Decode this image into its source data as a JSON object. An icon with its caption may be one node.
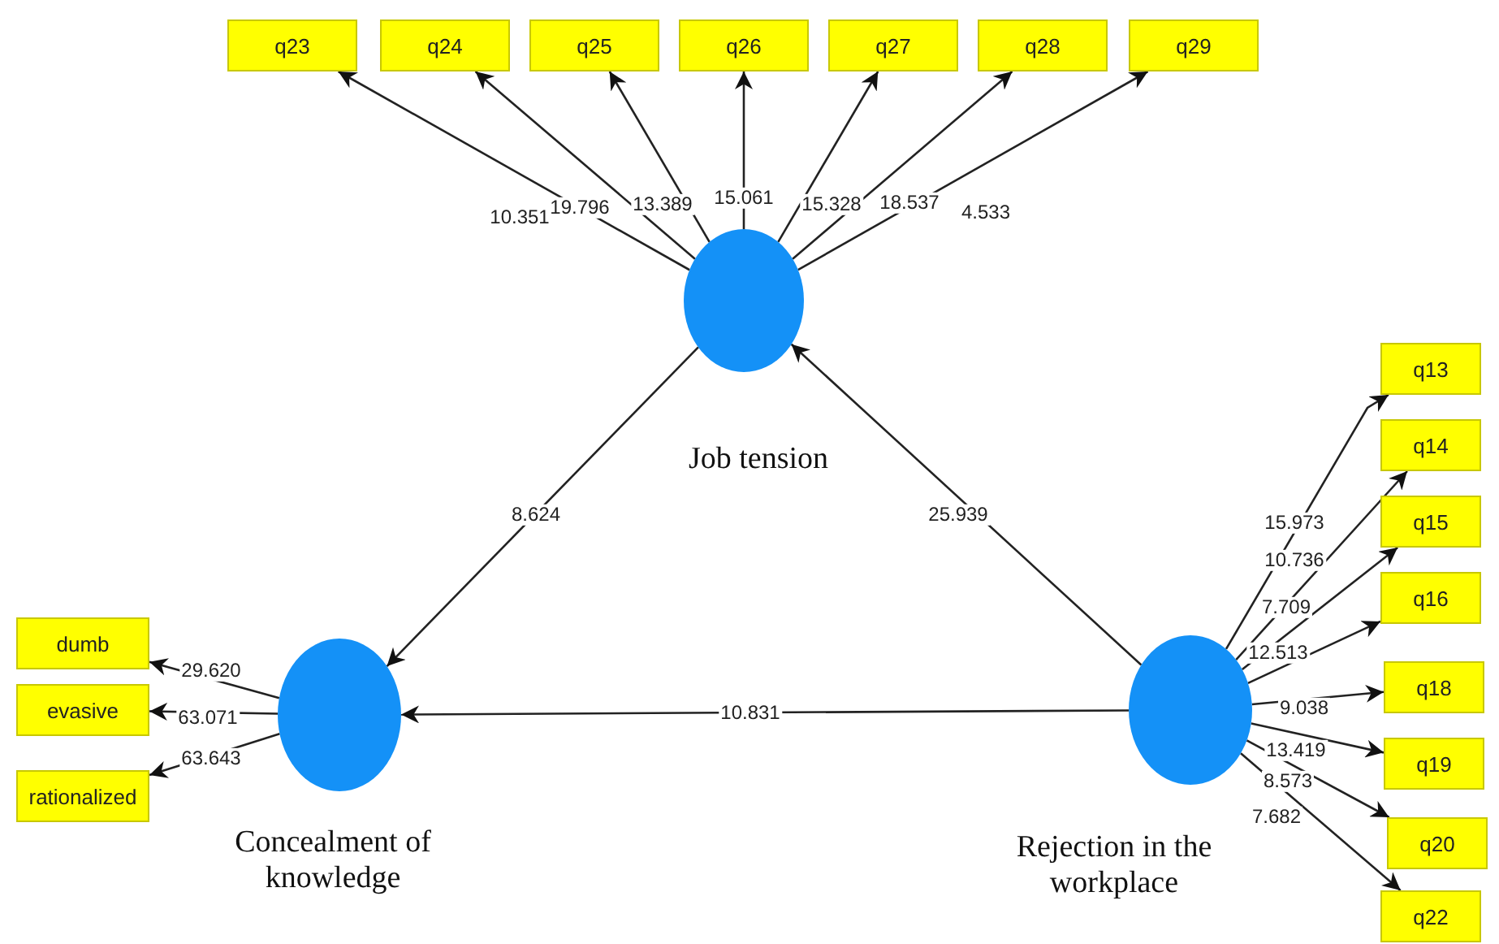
{
  "diagram": {
    "nodes": [
      {
        "text": [],
        "shape": "ellipse",
        "beside": [
          "Job tension"
        ]
      },
      {
        "text": [],
        "shape": "ellipse",
        "beside": [
          "Concealment of knowledge"
        ]
      },
      {
        "text": [],
        "shape": "ellipse",
        "beside": [
          "Rejection in the workplace"
        ]
      },
      {
        "text": [
          "q23"
        ]
      },
      {
        "text": [
          "q24"
        ]
      },
      {
        "text": [
          "q25"
        ]
      },
      {
        "text": [
          "q26"
        ]
      },
      {
        "text": [
          "q27"
        ]
      },
      {
        "text": [
          "q28"
        ]
      },
      {
        "text": [
          "q29"
        ]
      },
      {
        "text": [
          "dumb"
        ]
      },
      {
        "text": [
          "evasive"
        ]
      },
      {
        "text": [
          "rationalized"
        ]
      },
      {
        "text": [
          "q13"
        ]
      },
      {
        "text": [
          "q14"
        ]
      },
      {
        "text": [
          "q15"
        ]
      },
      {
        "text": [
          "q16"
        ]
      },
      {
        "text": [
          "q18"
        ]
      },
      {
        "text": [
          "q19"
        ]
      },
      {
        "text": [
          "q20"
        ]
      },
      {
        "text": [
          "q22"
        ]
      }
    ],
    "edges": [
      {
        "from": 0,
        "to": 3,
        "arrow": "to",
        "label": "10.351"
      },
      {
        "from": 0,
        "to": 4,
        "arrow": "to",
        "label": "19.796"
      },
      {
        "from": 0,
        "to": 5,
        "arrow": "to",
        "label": "13.389"
      },
      {
        "from": 0,
        "to": 6,
        "arrow": "to",
        "label": "15.061"
      },
      {
        "from": 0,
        "to": 7,
        "arrow": "to",
        "label": "15.328"
      },
      {
        "from": 0,
        "to": 8,
        "arrow": "to",
        "label": "18.537"
      },
      {
        "from": 0,
        "to": 9,
        "arrow": "to",
        "label": "4.533"
      },
      {
        "from": 0,
        "to": 1,
        "arrow": "to",
        "label": "8.624"
      },
      {
        "from": 2,
        "to": 0,
        "arrow": "to",
        "label": "25.939"
      },
      {
        "from": 2,
        "to": 1,
        "arrow": "to",
        "label": "10.831"
      },
      {
        "from": 1,
        "to": 10,
        "arrow": "to",
        "label": "29.620"
      },
      {
        "from": 1,
        "to": 11,
        "arrow": "to",
        "label": "63.071"
      },
      {
        "from": 1,
        "to": 12,
        "arrow": "to",
        "label": "63.643"
      },
      {
        "from": 2,
        "to": 13,
        "arrow": "to",
        "label": "15.973"
      },
      {
        "from": 2,
        "to": 14,
        "arrow": "to",
        "label": "10.736"
      },
      {
        "from": 2,
        "to": 15,
        "arrow": "to",
        "label": "7.709"
      },
      {
        "from": 2,
        "to": 16,
        "arrow": "to",
        "label": "12.513"
      },
      {
        "from": 2,
        "to": 17,
        "arrow": "to",
        "label": "9.038"
      },
      {
        "from": 2,
        "to": 18,
        "arrow": "to",
        "label": "13.419"
      },
      {
        "from": 2,
        "to": 19,
        "arrow": "to",
        "label": "8.573"
      },
      {
        "from": 2,
        "to": 20,
        "arrow": "to",
        "label": "7.682"
      }
    ]
  }
}
